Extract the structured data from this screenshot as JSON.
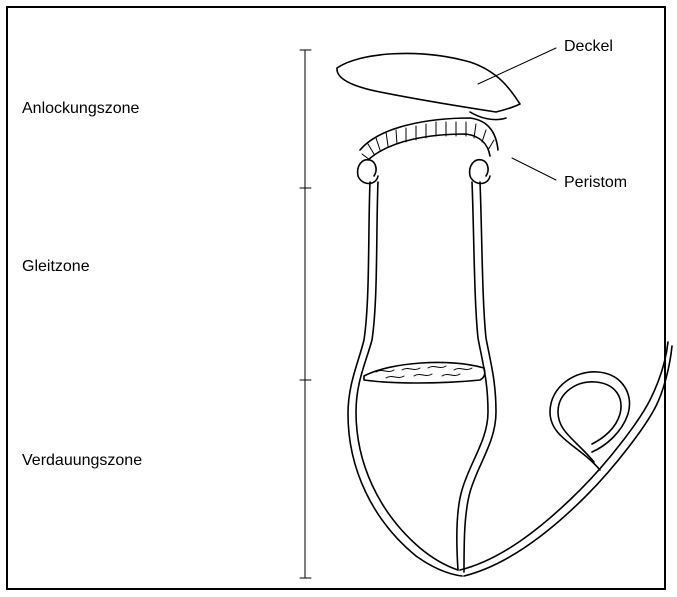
{
  "zones": {
    "top": "Anlockungszone",
    "middle": "Gleitzone",
    "bottom": "Verdauungszone"
  },
  "parts": {
    "lid": "Deckel",
    "peristome": "Peristom"
  },
  "colors": {
    "ink": "#000000",
    "background": "#ffffff"
  }
}
